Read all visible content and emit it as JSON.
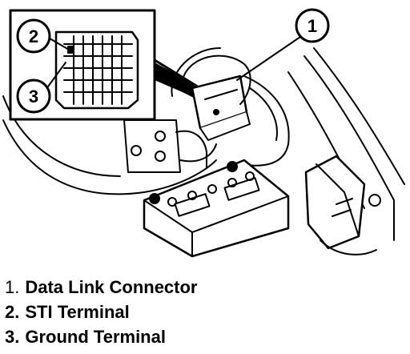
{
  "callouts": [
    {
      "number": "1"
    },
    {
      "number": "2"
    },
    {
      "number": "3"
    }
  ],
  "legend": [
    {
      "number": "1.",
      "label": "Data Link Connector"
    },
    {
      "number": "2.",
      "label": "STI Terminal"
    },
    {
      "number": "3.",
      "label": "Ground Terminal"
    }
  ],
  "colors": {
    "ink": "#000000",
    "paper": "#ffffff"
  }
}
